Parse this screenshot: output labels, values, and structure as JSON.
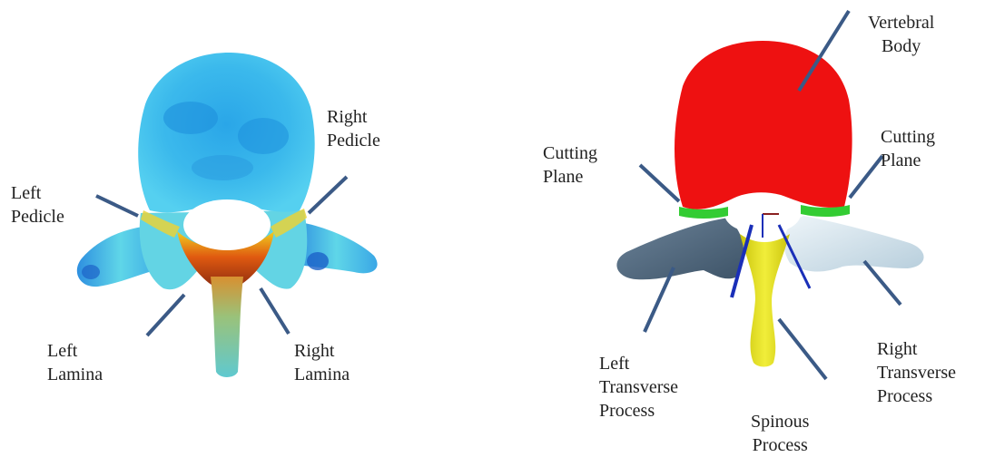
{
  "left": {
    "labels": {
      "left_pedicle": [
        "Left",
        "Pedicle"
      ],
      "right_pedicle": [
        "Right",
        "Pedicle"
      ],
      "left_lamina": [
        "Left",
        "Lamina"
      ],
      "right_lamina": [
        "Right",
        "Lamina"
      ]
    }
  },
  "right": {
    "labels": {
      "vertebral_body": [
        "Vertebral",
        "Body"
      ],
      "cutting_plane_left": [
        "Cutting",
        "Plane"
      ],
      "cutting_plane_right": [
        "Cutting",
        "Plane"
      ],
      "left_transverse": [
        "Left",
        "Transverse",
        "Process"
      ],
      "right_transverse": [
        "Right",
        "Transverse",
        "Process"
      ],
      "spinous_process": [
        "Spinous",
        "Process"
      ]
    }
  },
  "colors": {
    "leader": "#3b5a86",
    "body_red": "#ee1111",
    "cut_green": "#33cc33",
    "left_transverse": "#566e85",
    "right_transverse": "#cfe0ea",
    "spinous": "#e7e312",
    "stress_blue": "#31b6ea"
  }
}
